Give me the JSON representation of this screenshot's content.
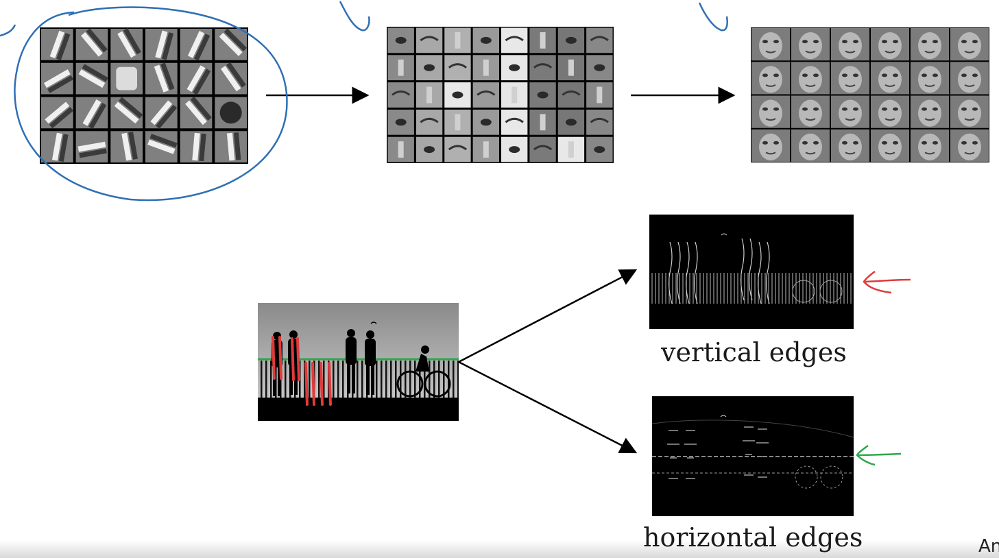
{
  "captions": {
    "vertical": "vertical edges",
    "horizontal": "horizontal edges"
  },
  "corner_text": "An",
  "colors": {
    "annotation_blue": "#2e6fb4",
    "annotation_red": "#e03a3a",
    "annotation_green": "#2fa84a",
    "arrow": "#000000"
  },
  "icons": [
    "right-arrow-icon",
    "left-arrow-icon"
  ]
}
